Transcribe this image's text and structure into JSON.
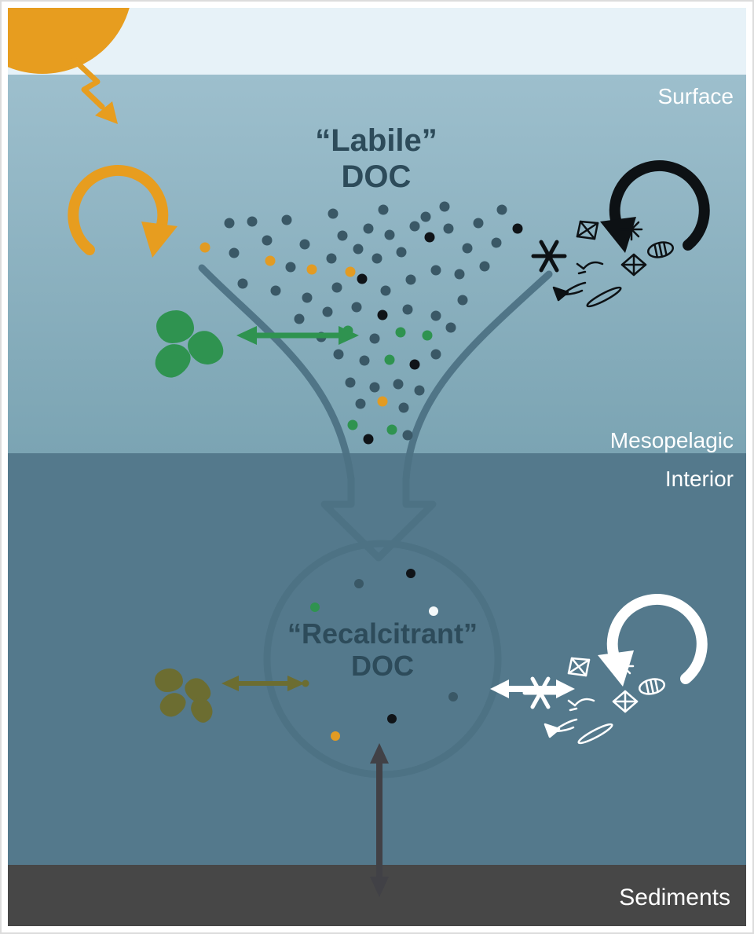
{
  "labels": {
    "surface": "Surface",
    "mesopelagic": "Mesopelagic",
    "interior": "Interior",
    "sediments": "Sediments",
    "labile_line1": "“Labile”",
    "labile_line2": "DOC",
    "recalcitrant_line1": "“Recalcitrant”",
    "recalcitrant_line2": "DOC"
  },
  "colors": {
    "sky": "#e7f2f8",
    "surface-top": "#9dbfcd",
    "surface-bottom": "#7ba4b3",
    "interior": "#54798c",
    "sediment": "#474747",
    "sun": "#e79d1f",
    "orange": "#e79d1f",
    "ink": "#0d1114",
    "green": "#2f9350",
    "olive": "#6c6d31",
    "white": "#ffffff",
    "funnel": "#4d7284",
    "dark-arrow": "#414146",
    "text-dark": "#2d4b5a"
  },
  "icons": {
    "sun-icon": "filled circle",
    "sunlight-arrow-icon": "zigzag arrow",
    "photochemistry-cycle-arrow": "circular arrow (orange)",
    "microbial-cycle-arrow-surface": "circular arrow (black)",
    "microbial-cycle-arrow-deep": "circular arrow (white)",
    "particle-exchange-arrow-green": "double-headed arrow",
    "particle-exchange-arrow-olive": "double-headed arrow",
    "microbe-exchange-arrow-white": "double-headed arrow",
    "sediment-exchange-arrow": "vertical double-headed arrow",
    "funnel-arrow": "converging curves into hollow down arrow",
    "doc-pool-circle": "circle outline",
    "plankton-cluster": "asterisk, diatoms, flagellates glyphs",
    "organic-particle-blobs": "irregular blobs"
  },
  "dot_colors": {
    "slate": "#3a5866",
    "black": "#101418",
    "orange": "#e29b23",
    "green": "#2f9350",
    "white": "#f4f8f9",
    "olive": "#6c6d31"
  },
  "dots": {
    "surface_cloud": [
      [
        251,
        305,
        "orange"
      ],
      [
        282,
        274
      ],
      [
        311,
        272
      ],
      [
        288,
        312
      ],
      [
        330,
        296
      ],
      [
        334,
        322,
        "orange"
      ],
      [
        355,
        270
      ],
      [
        378,
        301
      ],
      [
        360,
        330
      ],
      [
        387,
        333,
        "orange"
      ],
      [
        414,
        262
      ],
      [
        426,
        290
      ],
      [
        412,
        319
      ],
      [
        436,
        336,
        "orange"
      ],
      [
        446,
        307
      ],
      [
        478,
        257
      ],
      [
        459,
        281
      ],
      [
        486,
        289
      ],
      [
        470,
        319
      ],
      [
        501,
        311
      ],
      [
        518,
        278
      ],
      [
        532,
        266
      ],
      [
        537,
        292,
        "black"
      ],
      [
        556,
        253
      ],
      [
        561,
        281
      ],
      [
        585,
        306
      ],
      [
        599,
        274
      ],
      [
        622,
        299
      ],
      [
        649,
        281,
        "black"
      ],
      [
        629,
        257
      ],
      [
        299,
        351
      ],
      [
        341,
        360
      ],
      [
        381,
        369
      ],
      [
        419,
        356
      ],
      [
        451,
        345,
        "black"
      ],
      [
        481,
        360
      ],
      [
        513,
        346
      ],
      [
        545,
        334
      ],
      [
        575,
        339
      ],
      [
        607,
        329
      ],
      [
        371,
        396
      ],
      [
        407,
        387
      ],
      [
        444,
        381
      ],
      [
        477,
        391,
        "black"
      ],
      [
        509,
        384
      ],
      [
        545,
        392
      ],
      [
        579,
        372
      ],
      [
        399,
        419
      ],
      [
        433,
        411,
        "green"
      ],
      [
        467,
        421
      ],
      [
        500,
        413,
        "green"
      ],
      [
        534,
        417,
        "green"
      ],
      [
        564,
        407
      ],
      [
        421,
        441
      ],
      [
        454,
        449
      ],
      [
        486,
        448,
        "green"
      ],
      [
        518,
        454,
        "black"
      ],
      [
        545,
        441
      ],
      [
        436,
        477
      ],
      [
        467,
        483
      ],
      [
        497,
        479
      ],
      [
        524,
        487
      ],
      [
        449,
        504
      ],
      [
        477,
        501,
        "orange"
      ],
      [
        504,
        509
      ],
      [
        439,
        531,
        "green"
      ],
      [
        459,
        549,
        "black"
      ],
      [
        489,
        537,
        "green"
      ],
      [
        509,
        544
      ]
    ],
    "recalcitrant_pool": [
      [
        447,
        733
      ],
      [
        513,
        720,
        "black"
      ],
      [
        391,
        763,
        "green"
      ],
      [
        542,
        768,
        "white"
      ],
      [
        379,
        860,
        "olive",
        9
      ],
      [
        567,
        877
      ],
      [
        489,
        905,
        "black"
      ],
      [
        417,
        927,
        "orange"
      ]
    ]
  }
}
